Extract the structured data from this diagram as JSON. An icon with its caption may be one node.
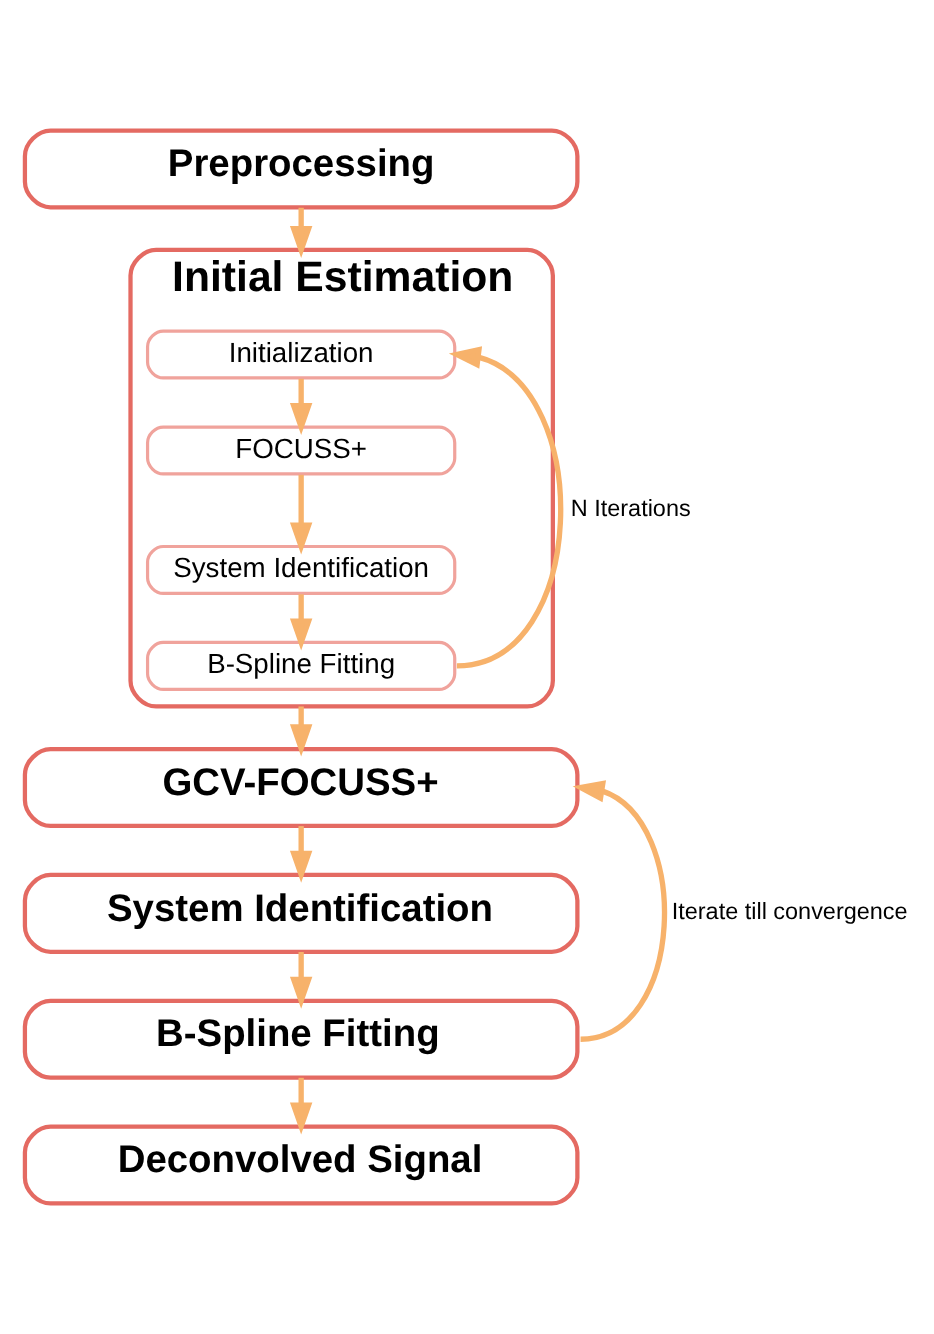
{
  "diagram": {
    "nodes": [
      {
        "text": [
          "Preprocessing"
        ]
      },
      {
        "text": [
          "Initial Estimation"
        ]
      },
      {
        "text": [
          "Initialization"
        ],
        "in": 1
      },
      {
        "text": [
          "FOCUSS+"
        ],
        "in": 1
      },
      {
        "text": [
          "System Identification"
        ],
        "in": 1
      },
      {
        "text": [
          "B-Spline Fitting"
        ],
        "in": 1
      },
      {
        "text": [
          "GCV-FOCUSS+"
        ]
      },
      {
        "text": [
          "System Identification"
        ]
      },
      {
        "text": [
          "B-Spline Fitting"
        ]
      },
      {
        "text": [
          "Deconvolved Signal"
        ]
      }
    ],
    "edges": [
      {
        "from": 0,
        "to": 1,
        "arrow": "to"
      },
      {
        "from": 2,
        "to": 3,
        "arrow": "to"
      },
      {
        "from": 3,
        "to": 4,
        "arrow": "to"
      },
      {
        "from": 4,
        "to": 5,
        "arrow": "to"
      },
      {
        "from": 5,
        "to": 2,
        "arrow": "to",
        "label": "N Iterations"
      },
      {
        "from": 1,
        "to": 6,
        "arrow": "to"
      },
      {
        "from": 6,
        "to": 7,
        "arrow": "to"
      },
      {
        "from": 7,
        "to": 8,
        "arrow": "to"
      },
      {
        "from": 8,
        "to": 6,
        "arrow": "to",
        "label": "Iterate till convergence"
      },
      {
        "from": 8,
        "to": 9,
        "arrow": "to"
      }
    ]
  }
}
